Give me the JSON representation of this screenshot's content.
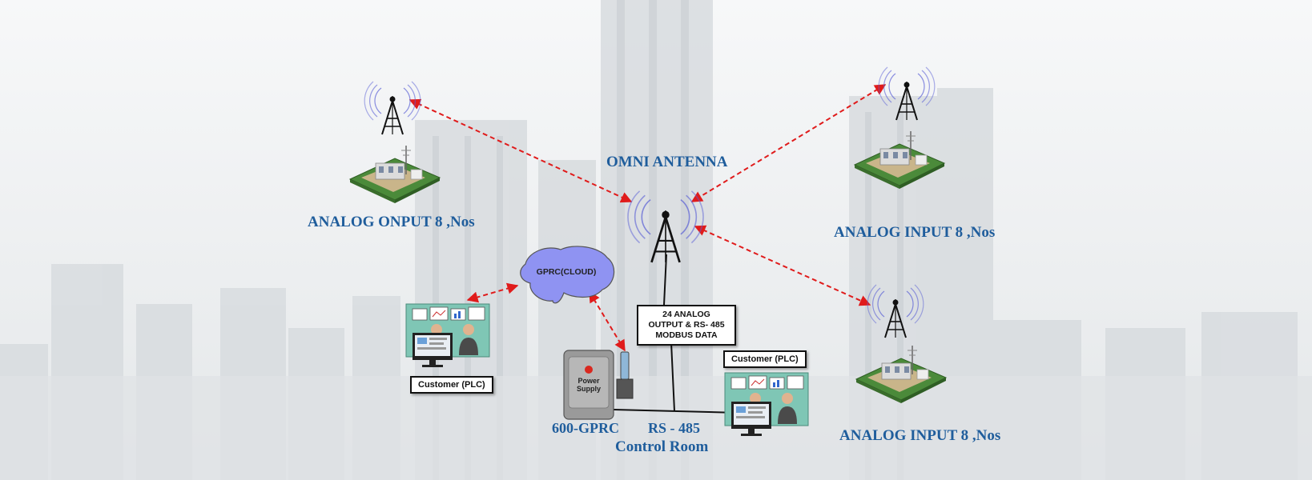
{
  "labels": {
    "omni_antenna": "OMNI ANTENNA",
    "site_left": "ANALOG ONPUT 8 ,Nos",
    "site_top_right": "ANALOG INPUT 8 ,Nos",
    "site_bottom_right": "ANALOG INPUT 8 ,Nos",
    "device": "600-GPRC",
    "bus": "RS - 485",
    "control_room": "Control Room"
  },
  "boxes": {
    "data_box": [
      "24 ANALOG",
      "OUTPUT & RS- 485",
      "MODBUS DATA"
    ],
    "customer_left": "Customer (PLC)",
    "customer_right": "Customer (PLC)"
  },
  "cloud": {
    "label": "GPRC(CLOUD)",
    "color": "#8f93f2"
  },
  "power_supply": {
    "line1": "Power",
    "line2": "Supply"
  },
  "colors": {
    "link": "#e01b1b",
    "label": "#1f5d9c",
    "wave": "#5a5fd6"
  }
}
